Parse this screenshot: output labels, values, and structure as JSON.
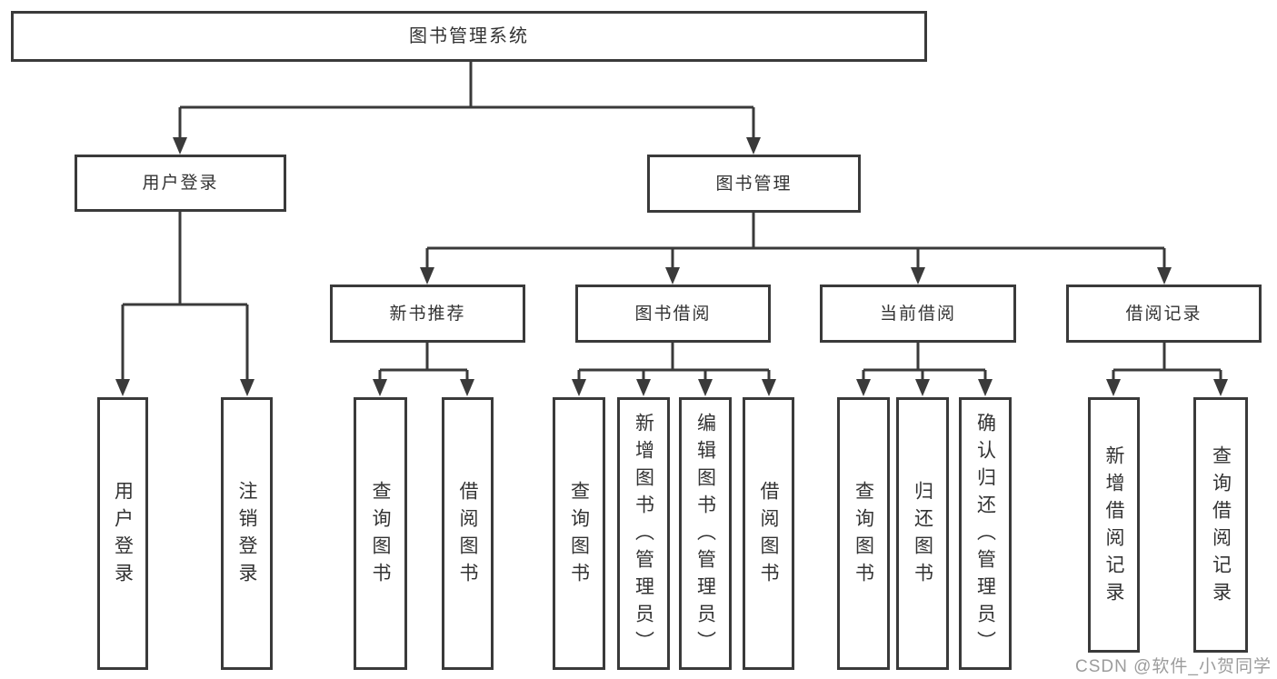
{
  "diagram": {
    "root": {
      "label": "图书管理系统",
      "children": [
        {
          "label": "用户登录",
          "children": [
            {
              "label": "用户登录"
            },
            {
              "label": "注销登录"
            }
          ]
        },
        {
          "label": "图书管理",
          "children": [
            {
              "label": "新书推荐",
              "children": [
                {
                  "label": "查询图书"
                },
                {
                  "label": "借阅图书"
                }
              ]
            },
            {
              "label": "图书借阅",
              "children": [
                {
                  "label": "查询图书"
                },
                {
                  "label": "新增图书（管理员）"
                },
                {
                  "label": "编辑图书（管理员）"
                },
                {
                  "label": "借阅图书"
                }
              ]
            },
            {
              "label": "当前借阅",
              "children": [
                {
                  "label": "查询图书"
                },
                {
                  "label": "归还图书"
                },
                {
                  "label": "确认归还（管理员）"
                }
              ]
            },
            {
              "label": "借阅记录",
              "children": [
                {
                  "label": "新增借阅记录"
                },
                {
                  "label": "查询借阅记录"
                }
              ]
            }
          ]
        }
      ]
    },
    "watermark": "CSDN @软件_小贺同学",
    "colors": {
      "line": "#3a3a3a",
      "text": "#333333",
      "watermark": "#9c9c9c",
      "background": "#ffffff"
    }
  }
}
